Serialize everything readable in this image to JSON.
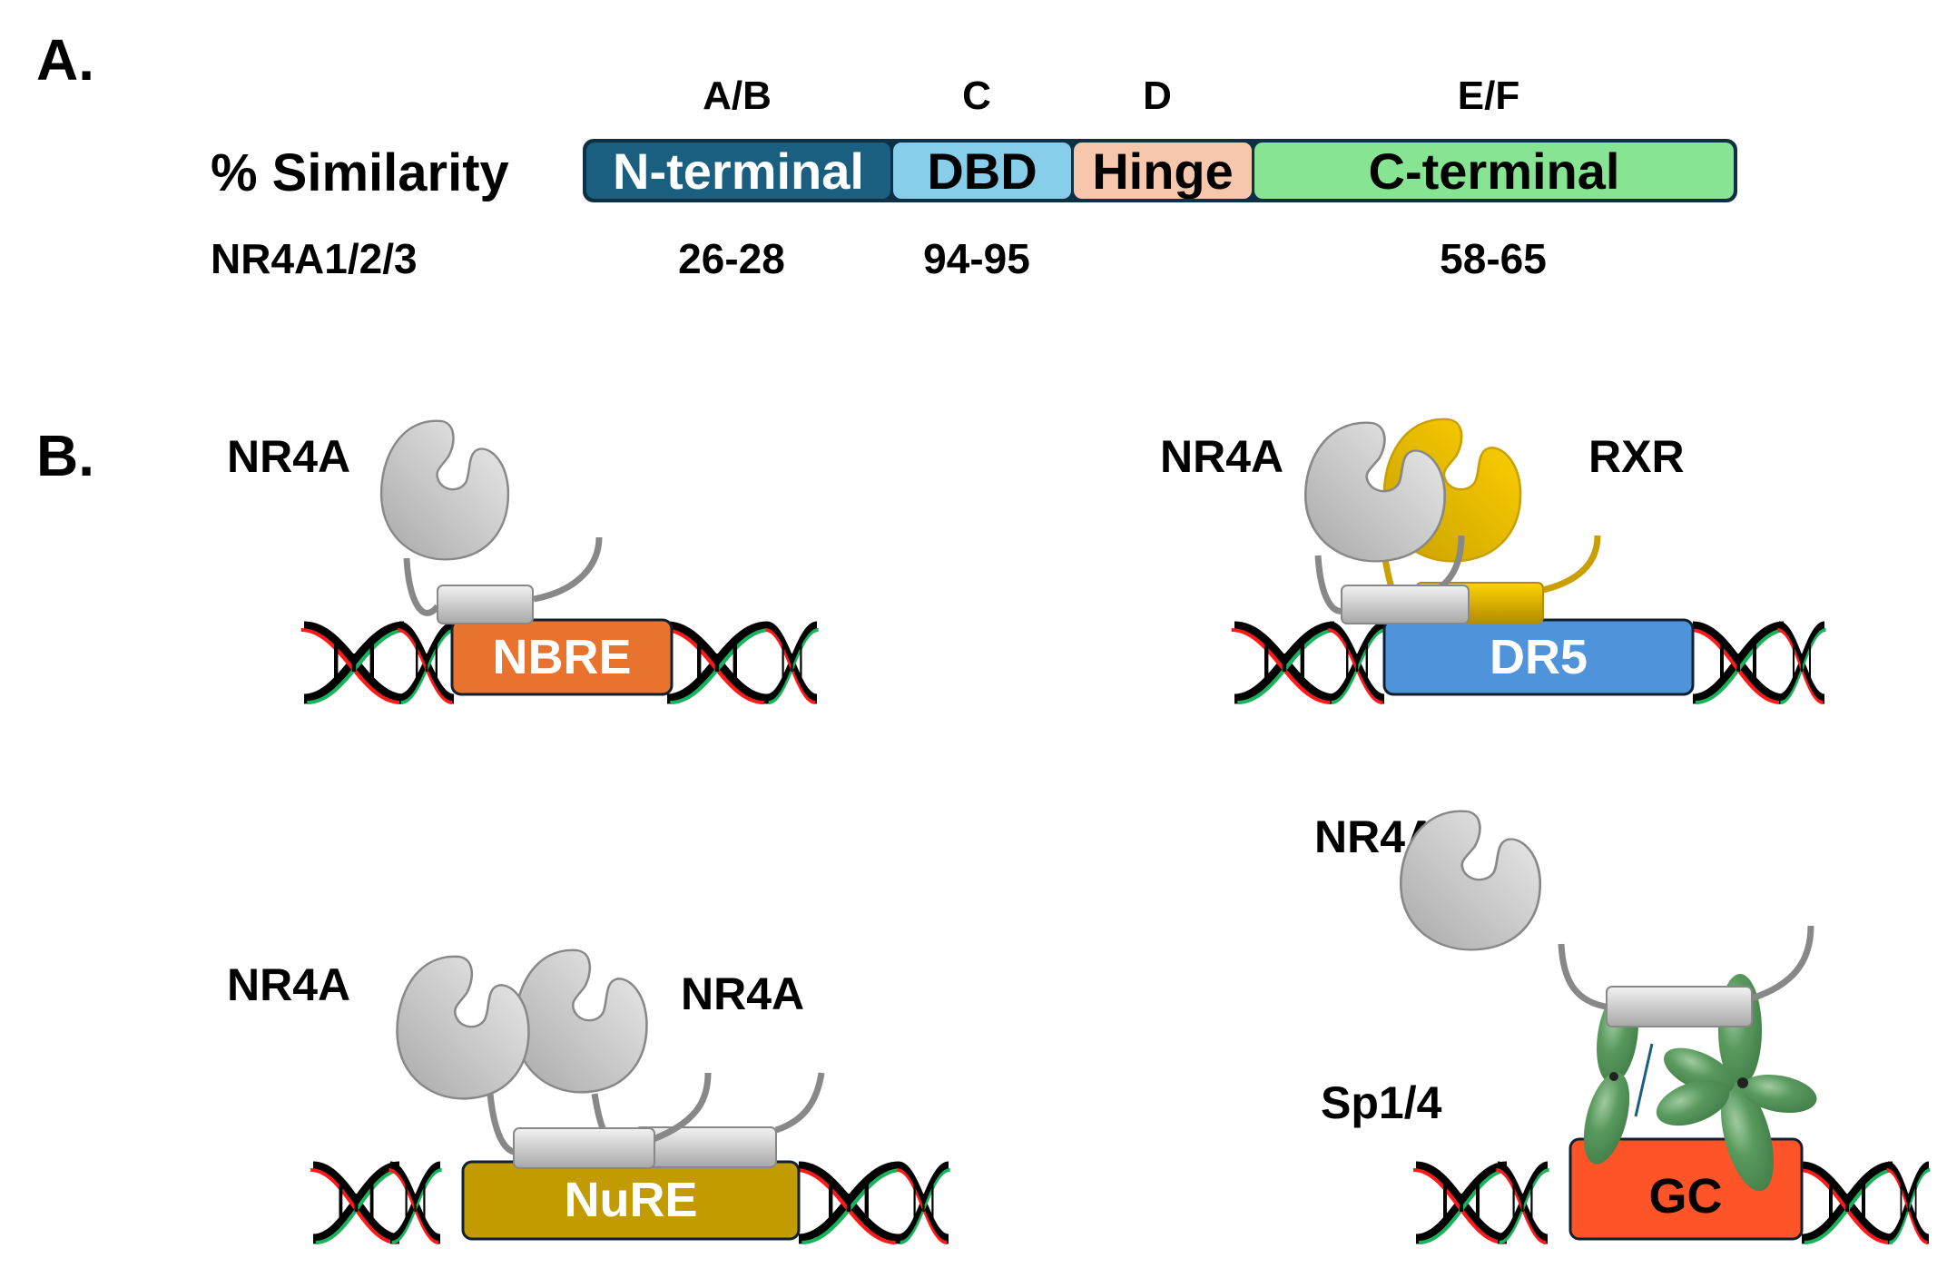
{
  "panel_a": {
    "label": "A.",
    "domain_letters": [
      "A/B",
      "C",
      "D",
      "E/F"
    ],
    "similarity_label": "% Similarity",
    "row_label": "NR4A1/2/3",
    "domains": [
      {
        "name": "N-terminal",
        "color": "#1a5e80",
        "text_color": "#ffffff",
        "similarity": "26-28"
      },
      {
        "name": "DBD",
        "color": "#87ceeb",
        "text_color": "#000000",
        "similarity": "94-95"
      },
      {
        "name": "Hinge",
        "color": "#f6c7ad",
        "text_color": "#000000",
        "similarity": ""
      },
      {
        "name": "C-terminal",
        "color": "#87e493",
        "text_color": "#000000",
        "similarity": "58-65"
      }
    ]
  },
  "panel_b": {
    "label": "B.",
    "complexes": [
      {
        "id": "nbre",
        "proteins": [
          "NR4A"
        ],
        "element": "NBRE",
        "element_color": "#e8732f",
        "element_text_color": "#ffffff"
      },
      {
        "id": "dr5",
        "proteins": [
          "NR4A",
          "RXR"
        ],
        "element": "DR5",
        "element_color": "#4f94da",
        "element_text_color": "#ffffff"
      },
      {
        "id": "nure",
        "proteins": [
          "NR4A",
          "NR4A"
        ],
        "element": "NuRE",
        "element_color": "#c29b00",
        "element_text_color": "#ffffff"
      },
      {
        "id": "gc",
        "proteins": [
          "NR4A",
          "Sp1/4"
        ],
        "element": "GC",
        "element_color": "#ff5428",
        "element_text_color": "#000000"
      }
    ]
  },
  "colors": {
    "nr4a_protein": "#c8c8c8",
    "rxr_protein": "#e6b800",
    "sp_protein": "#4f8f55",
    "dna_backbone": "#000000",
    "dna_strand_a": "#ff1a1a",
    "dna_strand_b": "#19b35c"
  }
}
